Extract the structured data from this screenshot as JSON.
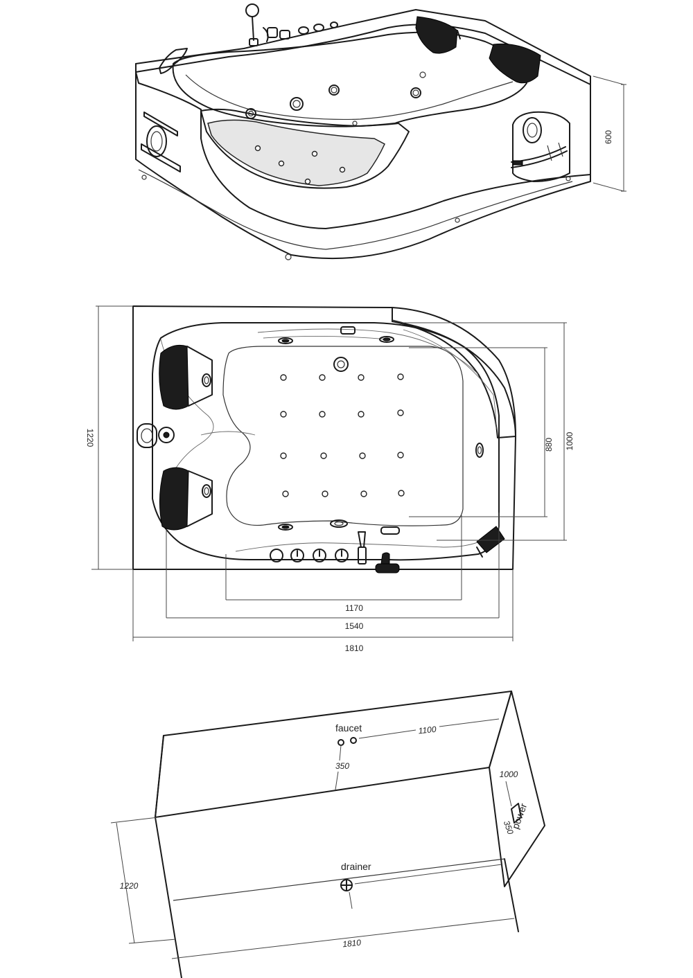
{
  "top_view_dims": {
    "inner_len": "1170",
    "mid_len": "1540",
    "overall_len": "1810",
    "overall_width": "1220",
    "inner_width": "880",
    "mid_width": "1000"
  },
  "perspective_dims": {
    "height": "600"
  },
  "install_dims": {
    "faucet_label": "faucet",
    "faucet_dist": "1100",
    "faucet_height": "350",
    "side_dist": "1000",
    "power_height": "350",
    "power_label": "power",
    "drainer_label": "drainer",
    "width": "1220",
    "length": "1810"
  },
  "icons": {
    "handshower": "handshower-icon",
    "jet": "jet-icon",
    "headrest": "headrest-icon",
    "control_knob": "control-knob-icon",
    "drain": "drain-icon",
    "speaker": "speaker-icon"
  }
}
